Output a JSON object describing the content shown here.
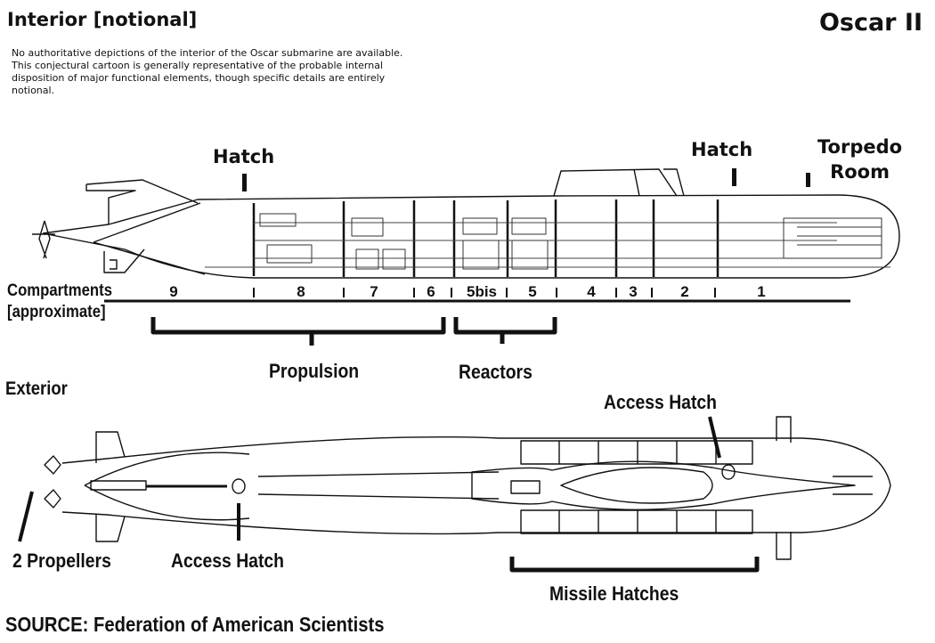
{
  "header": {
    "title": "Interior [notional]",
    "subtitle": "Oscar II",
    "description": "No authoritative depictions of the interior of the Oscar submarine are available. This conjectural cartoon is generally representative of the probable internal disposition of major functional elements, though specific details are entirely notional."
  },
  "interior": {
    "labels": {
      "hatch_aft": "Hatch",
      "hatch_fwd": "Hatch",
      "torpedo_room": "Torpedo\nRoom"
    },
    "compartments_label": "Compartments",
    "compartments_sublabel": "[approximate]",
    "compartments": [
      "9",
      "8",
      "7",
      "6",
      "5bis",
      "5",
      "4",
      "3",
      "2",
      "1"
    ],
    "groups": [
      {
        "label": "Propulsion",
        "spans": [
          "9",
          "8",
          "7",
          "6"
        ]
      },
      {
        "label": "Reactors",
        "spans": [
          "5bis",
          "5"
        ]
      }
    ]
  },
  "exterior": {
    "heading": "Exterior",
    "labels": {
      "propellers": "2 Propellers",
      "access_hatch_aft": "Access Hatch",
      "access_hatch_fwd": "Access Hatch",
      "missile_hatches": "Missile Hatches"
    }
  },
  "footer": {
    "source": "SOURCE: Federation of American Scientists"
  },
  "colors": {
    "ink": "#111111",
    "background": "#ffffff"
  }
}
